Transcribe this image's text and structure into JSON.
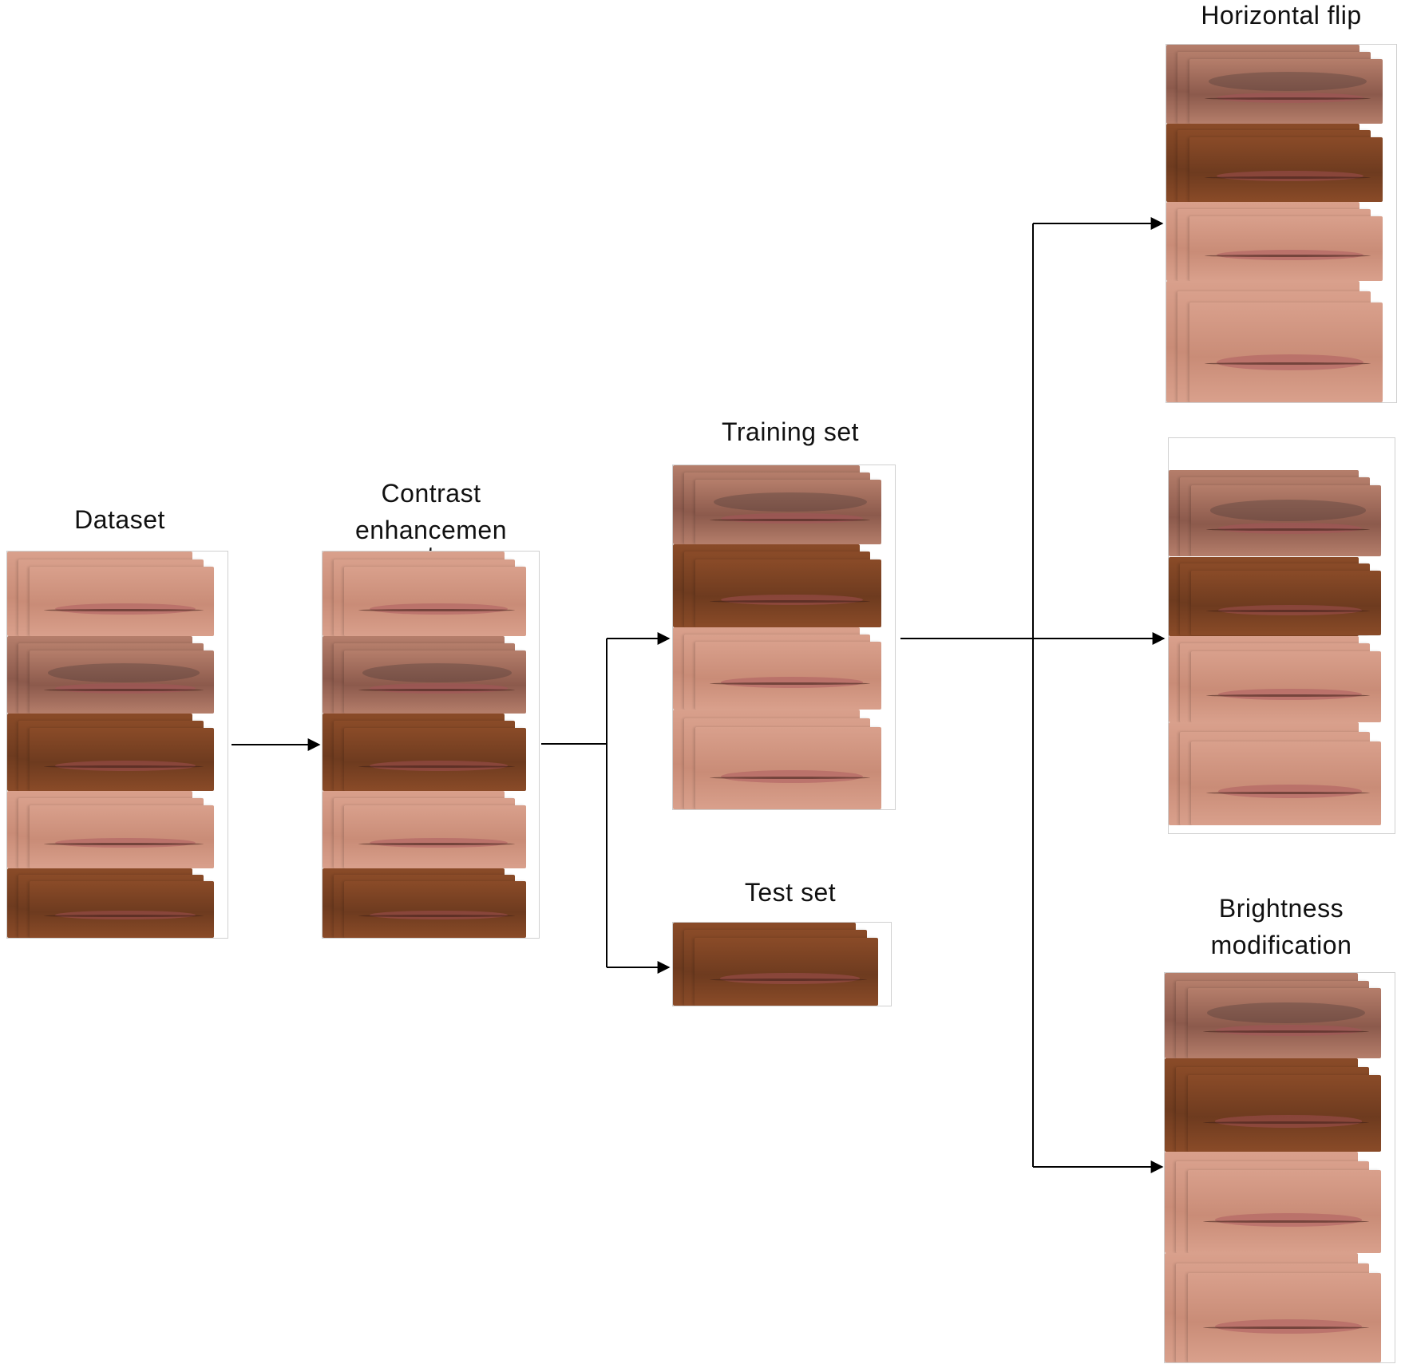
{
  "labels": {
    "dataset": "Dataset",
    "contrast_line1": "Contrast",
    "contrast_line2": "enhancemen",
    "contrast_line3": "t",
    "training": "Training set",
    "test": "Test set",
    "hflip": "Horizontal flip",
    "brightness_line1": "Brightness",
    "brightness_line2": "modification"
  },
  "colors": {
    "arrow": "#000000",
    "skin_light": "#d9a08c",
    "skin_mid": "#b9745a",
    "skin_dark": "#6e3b1f",
    "beard": "#4a3a36",
    "lip": "#a8525a"
  }
}
